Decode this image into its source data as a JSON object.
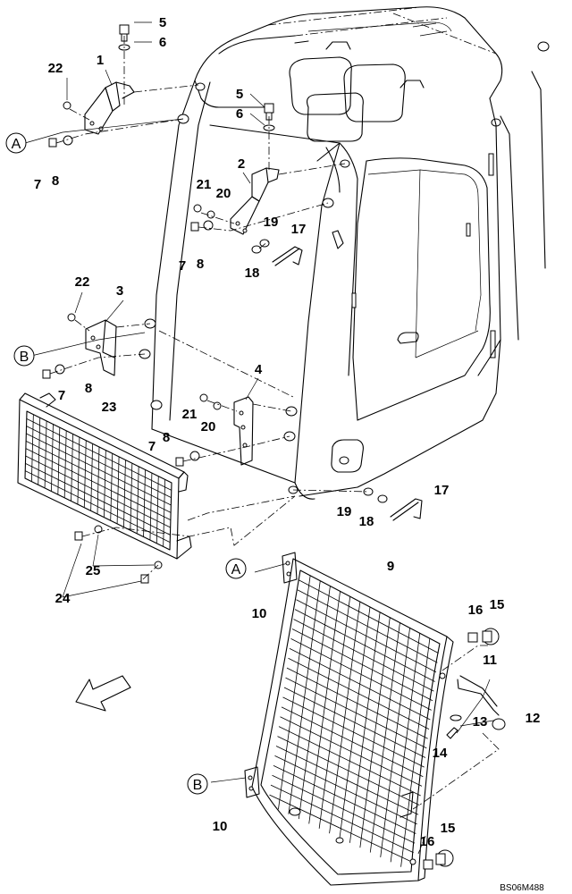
{
  "diagram": {
    "drawing_code": "BS06M488",
    "reference_markers": [
      {
        "id": "A-top",
        "letter": "A"
      },
      {
        "id": "B-top",
        "letter": "B"
      },
      {
        "id": "A-bottom",
        "letter": "A"
      },
      {
        "id": "B-bottom",
        "letter": "B"
      }
    ],
    "callouts": [
      {
        "id": "c1",
        "label": "1"
      },
      {
        "id": "c2",
        "label": "2"
      },
      {
        "id": "c3",
        "label": "3"
      },
      {
        "id": "c4",
        "label": "4"
      },
      {
        "id": "c5a",
        "label": "5"
      },
      {
        "id": "c5b",
        "label": "5"
      },
      {
        "id": "c6a",
        "label": "6"
      },
      {
        "id": "c6b",
        "label": "6"
      },
      {
        "id": "c7a",
        "label": "7"
      },
      {
        "id": "c7b",
        "label": "7"
      },
      {
        "id": "c7c",
        "label": "7"
      },
      {
        "id": "c7d",
        "label": "7"
      },
      {
        "id": "c8a",
        "label": "8"
      },
      {
        "id": "c8b",
        "label": "8"
      },
      {
        "id": "c8c",
        "label": "8"
      },
      {
        "id": "c8d",
        "label": "8"
      },
      {
        "id": "c9",
        "label": "9"
      },
      {
        "id": "c10a",
        "label": "10"
      },
      {
        "id": "c10b",
        "label": "10"
      },
      {
        "id": "c11",
        "label": "11"
      },
      {
        "id": "c12",
        "label": "12"
      },
      {
        "id": "c13",
        "label": "13"
      },
      {
        "id": "c14",
        "label": "14"
      },
      {
        "id": "c15a",
        "label": "15"
      },
      {
        "id": "c15b",
        "label": "15"
      },
      {
        "id": "c16a",
        "label": "16"
      },
      {
        "id": "c16b",
        "label": "16"
      },
      {
        "id": "c17a",
        "label": "17"
      },
      {
        "id": "c17b",
        "label": "17"
      },
      {
        "id": "c18a",
        "label": "18"
      },
      {
        "id": "c18b",
        "label": "18"
      },
      {
        "id": "c19a",
        "label": "19"
      },
      {
        "id": "c19b",
        "label": "19"
      },
      {
        "id": "c20a",
        "label": "20"
      },
      {
        "id": "c20b",
        "label": "20"
      },
      {
        "id": "c21a",
        "label": "21"
      },
      {
        "id": "c21b",
        "label": "21"
      },
      {
        "id": "c22a",
        "label": "22"
      },
      {
        "id": "c22b",
        "label": "22"
      },
      {
        "id": "c23",
        "label": "23"
      },
      {
        "id": "c24",
        "label": "24"
      },
      {
        "id": "c25",
        "label": "25"
      }
    ]
  }
}
